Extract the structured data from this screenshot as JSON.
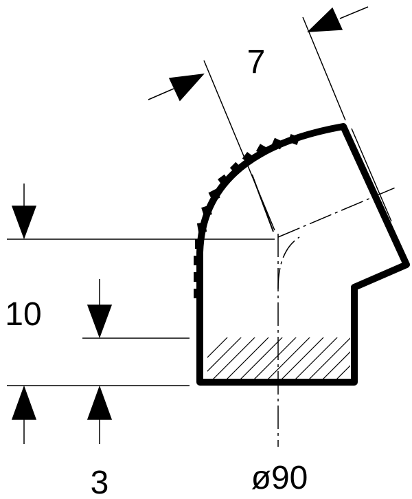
{
  "drawing": {
    "labels": {
      "wall_offset": "7",
      "height": "10",
      "bottom_offset": "3",
      "diameter": "ø90"
    },
    "colors": {
      "ink": "#000000",
      "paper": "#ffffff"
    }
  }
}
